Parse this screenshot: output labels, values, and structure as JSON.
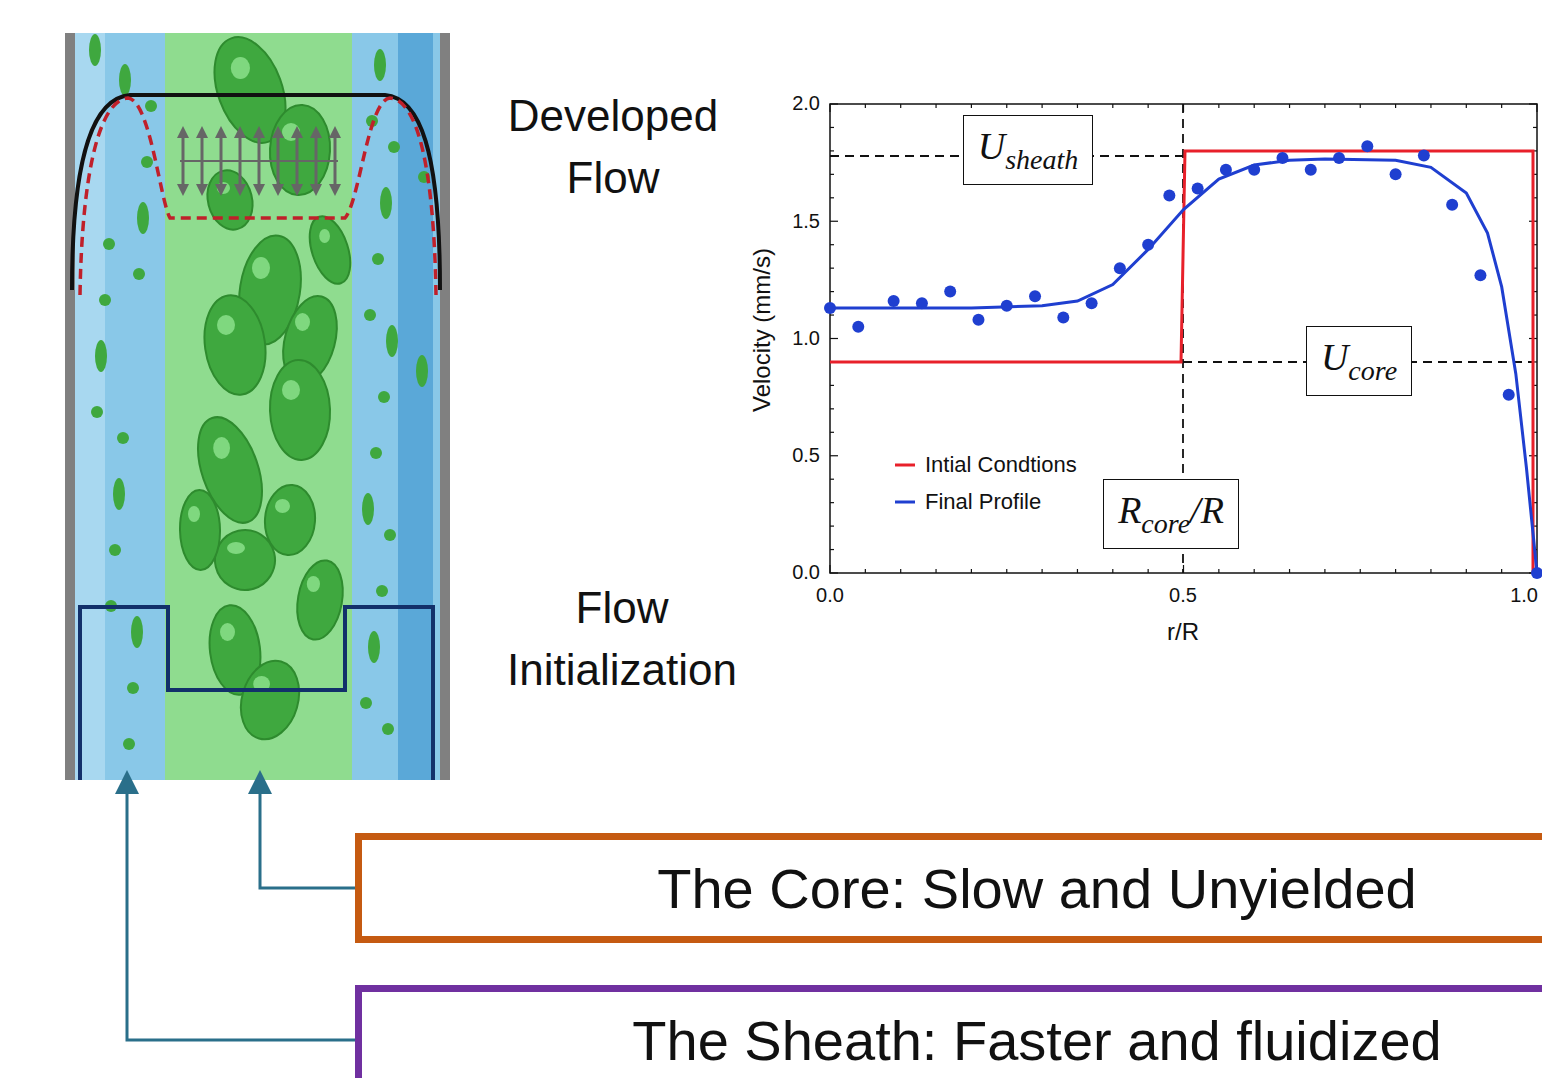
{
  "diagram": {
    "nodes": [
      {
        "text": [
          "U",
          "sheath"
        ]
      },
      {
        "text": [
          "U",
          "core"
        ]
      },
      {
        "text": [
          "R",
          "core",
          "/R"
        ]
      },
      {
        "text": [
          "The Core: Slow and Unyielded"
        ]
      },
      {
        "text": [
          "The Sheath: Faster and fluidized"
        ]
      }
    ],
    "edges": [],
    "labels": [
      "Developed Flow",
      "Flow Initialization",
      "2.0",
      "1.5",
      "1.0",
      "0.5",
      "0.0",
      "0.0",
      "0.5",
      "1.0",
      "Velocity (mm/s)",
      "r/R"
    ],
    "legend": [
      {
        "text": "Intial Condtions"
      },
      {
        "text": "Final Profile"
      }
    ]
  }
}
